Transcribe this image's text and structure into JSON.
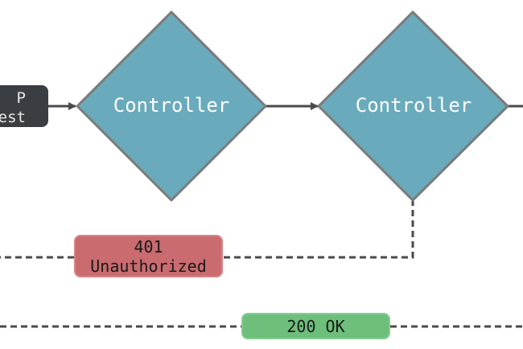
{
  "nodes": {
    "request": {
      "line1": "P",
      "line2": "est"
    },
    "controller_1": {
      "label": "Controller"
    },
    "controller_2": {
      "label": "Controller"
    },
    "unauthorized": {
      "line1": "401",
      "line2": "Unauthorized"
    },
    "ok": {
      "label": "200 OK"
    }
  },
  "colors": {
    "request_fill": "#3a3d41",
    "decision_fill": "#69abbd",
    "decision_stroke": "#7b7b7b",
    "error_fill": "#c96b6f",
    "success_fill": "#6dbf7b",
    "connector": "#4a4a4a"
  }
}
